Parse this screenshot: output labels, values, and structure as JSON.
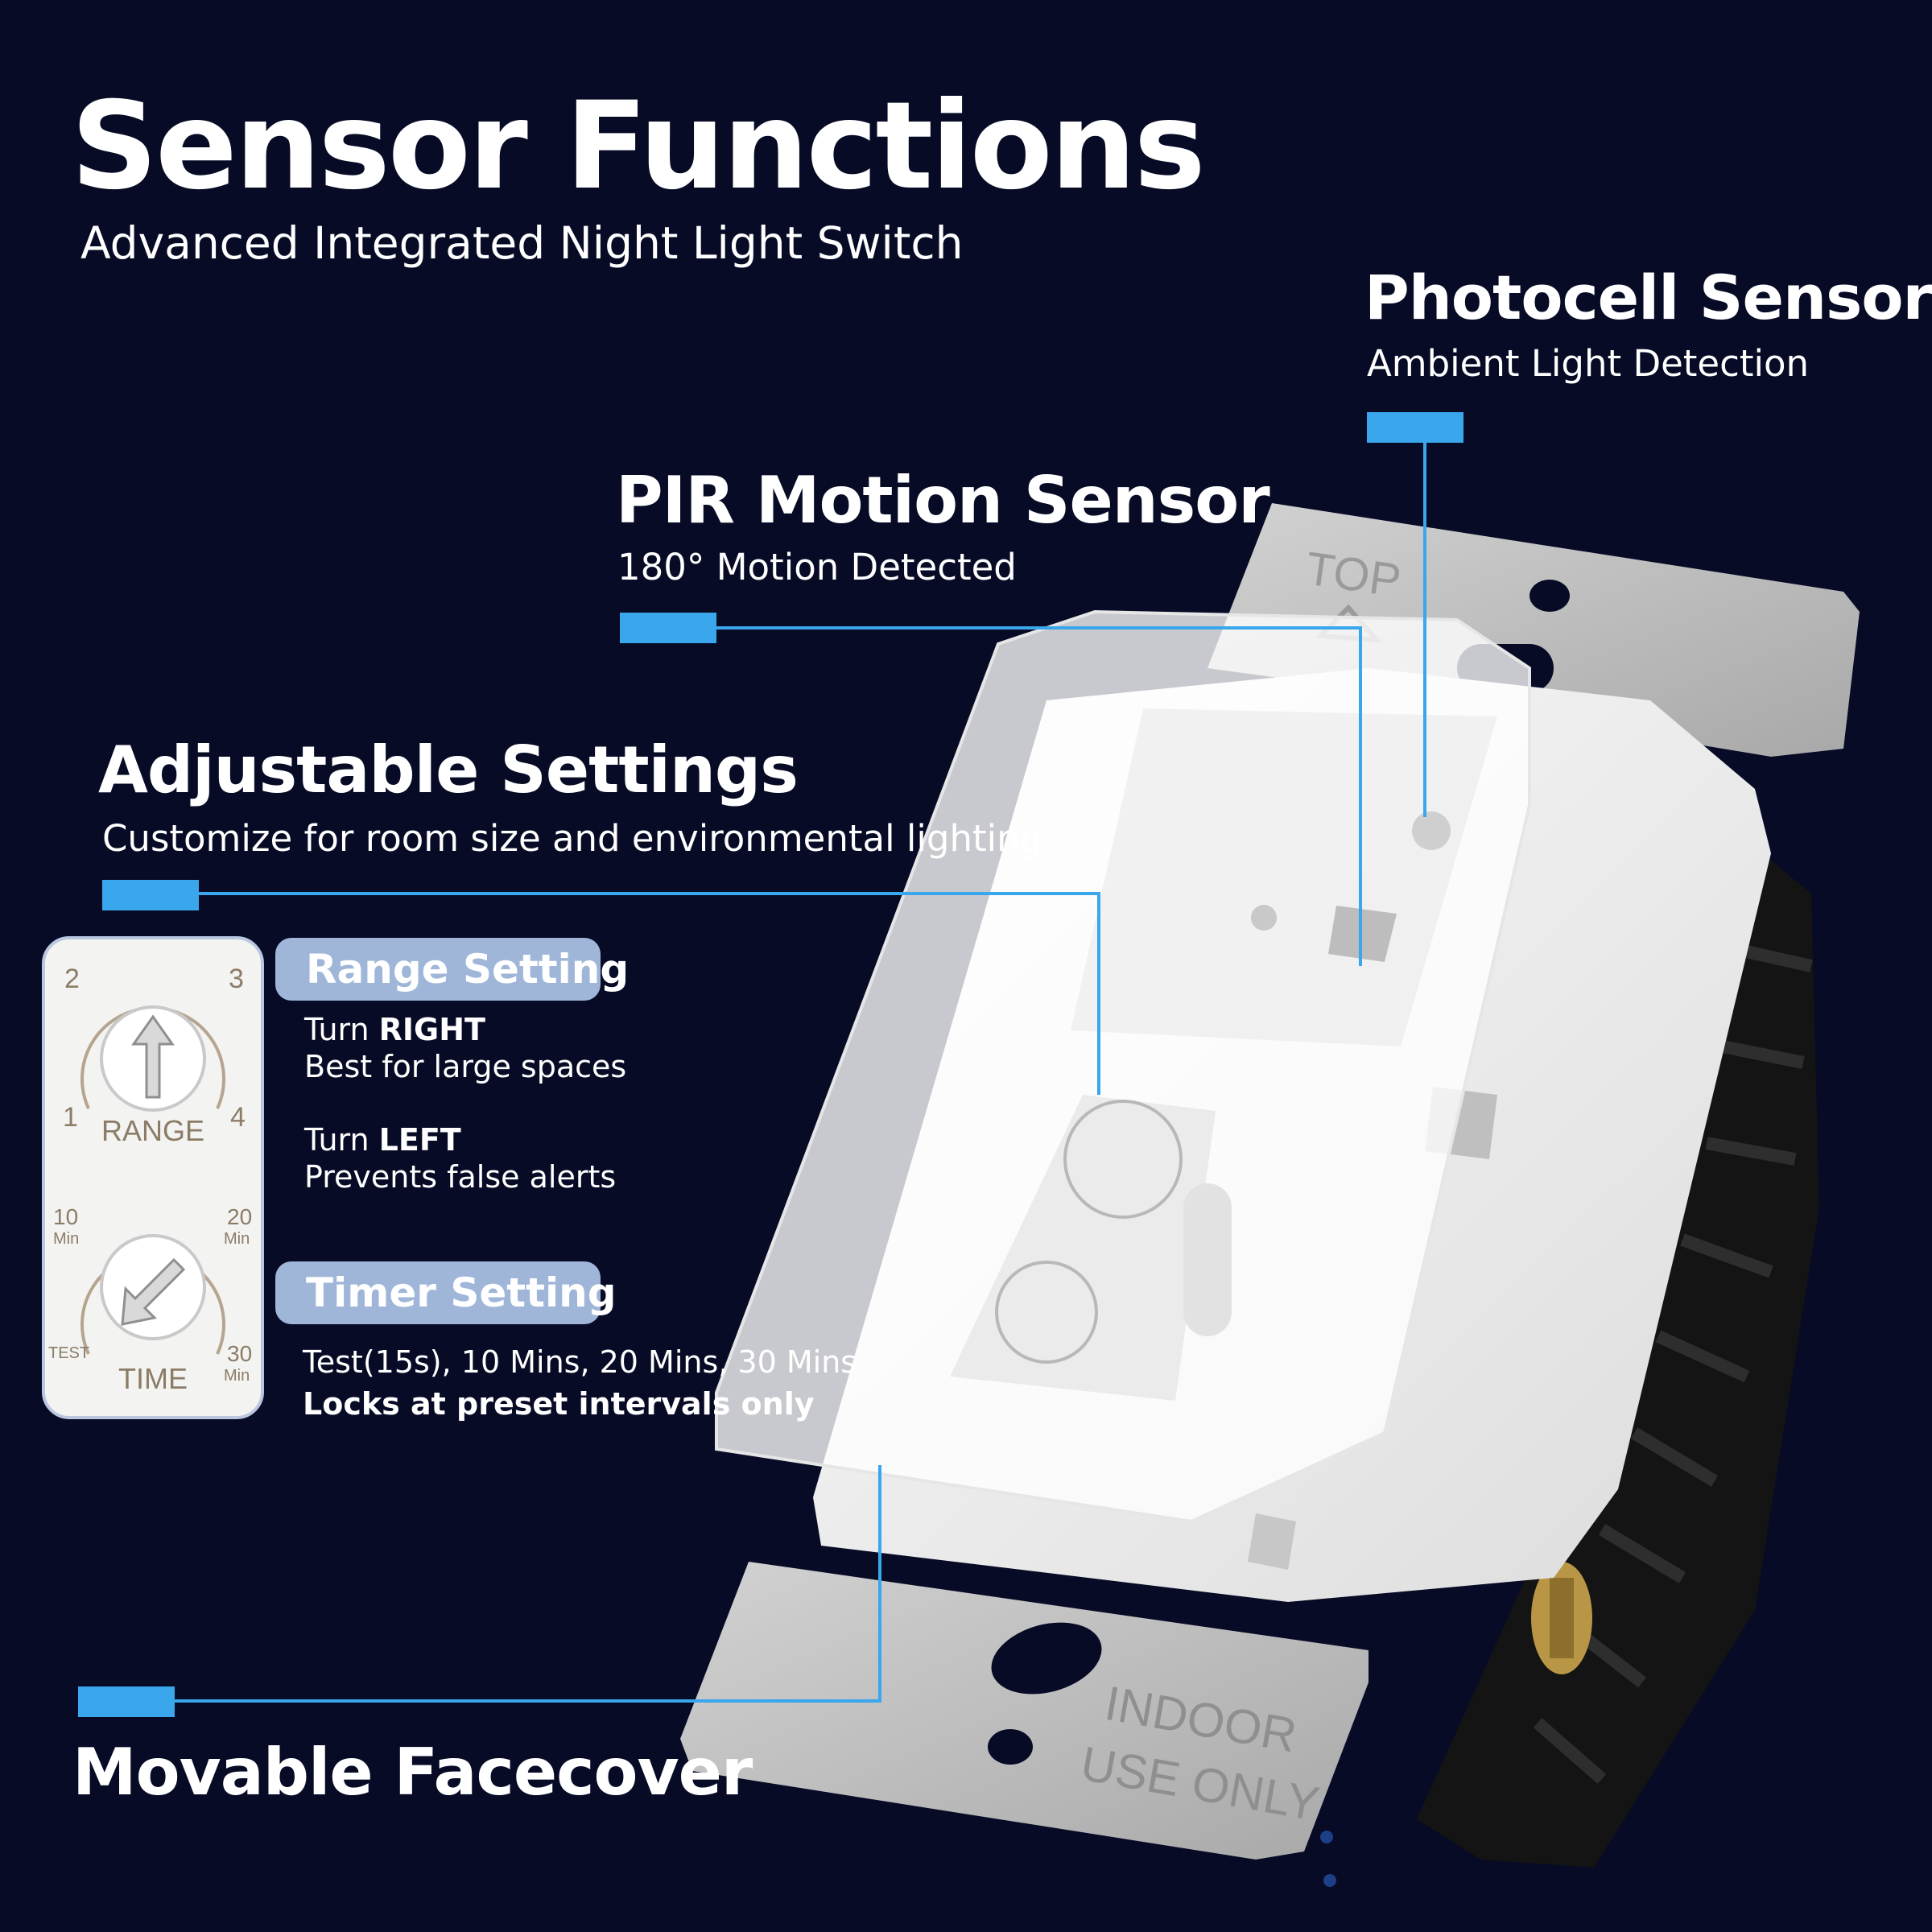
{
  "header": {
    "title": "Sensor Functions",
    "subtitle": "Advanced Integrated Night Light Switch"
  },
  "photocell": {
    "title": "Photocell Sensor",
    "subtitle": "Ambient Light Detection"
  },
  "pir": {
    "title": "PIR Motion Sensor",
    "subtitle": "180° Motion Detected"
  },
  "adjustable": {
    "title": "Adjustable Settings",
    "subtitle": "Customize for room size and environmental lighting"
  },
  "range_setting": {
    "label": "Range Setting",
    "right_prefix": "Turn ",
    "right_word": "RIGHT",
    "right_desc": "Best for large spaces",
    "left_prefix": "Turn ",
    "left_word": "LEFT",
    "left_desc": "Prevents false alerts"
  },
  "timer_setting": {
    "label": "Timer Setting",
    "options": "Test(15s), 10 Mins, 20 Mins, 30 Mins",
    "note": "Locks at preset intervals only"
  },
  "facecover": {
    "title": "Movable Facecover"
  },
  "dial_card": {
    "range_label": "RANGE",
    "range_ticks": [
      "1",
      "2",
      "3",
      "4"
    ],
    "time_label": "TIME",
    "time_ticks": [
      "10",
      "20",
      "30"
    ],
    "time_unit": "Min",
    "test_label": "TEST"
  },
  "device": {
    "top_label": "TOP",
    "indoor_line1": "INDOOR",
    "indoor_line2": "USE ONLY"
  },
  "colors": {
    "background": "#070b26",
    "accent_blue": "#3aa6ec",
    "pill_bg": "#9fb6d9"
  }
}
